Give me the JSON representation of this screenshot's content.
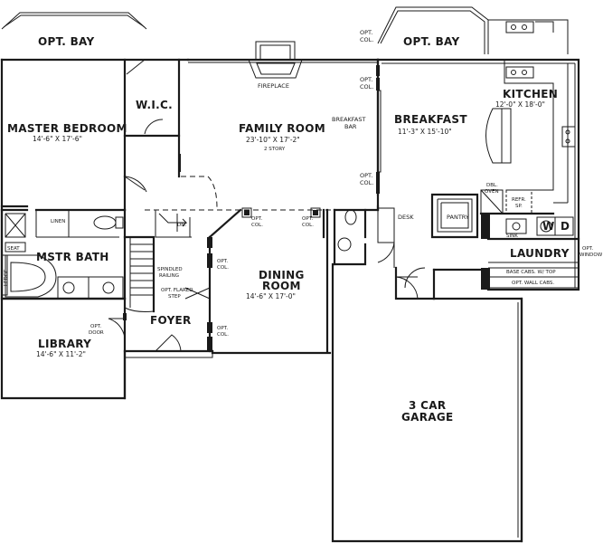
{
  "labels": {
    "opt_bay_left": "OPT. BAY",
    "opt_bay_right": "OPT. BAY",
    "opt_col_top_1": "OPT.",
    "opt_col_top_2": "COL.",
    "opt_col_mid_1": "OPT.",
    "opt_col_mid_2": "COL.",
    "opt_col_low_1": "OPT.",
    "opt_col_low_2": "COL.",
    "fireplace": "FIREPLACE",
    "master_bedroom": "MASTER BEDROOM",
    "master_bedroom_dim": "14'-6\" X 17'-6\"",
    "wic": "W.I.C.",
    "family_room": "FAMILY ROOM",
    "family_room_dim": "23'-10\" X 17'-2\"",
    "family_room_note": "2 STORY",
    "breakfast_bar_1": "BREAKFAST",
    "breakfast_bar_2": "BAR",
    "breakfast": "BREAKFAST",
    "breakfast_dim": "11'-3\" X 15'-10\"",
    "kitchen": "KITCHEN",
    "kitchen_dim": "12'-0\" X 18'-0\"",
    "dbl_oven_1": "DBL.",
    "dbl_oven_2": "OVEN",
    "refr_1": "REFR.",
    "refr_2": "SP.",
    "pantry": "PANTRY",
    "desk": "DESK",
    "sink": "SINK",
    "w": "W",
    "d": "D",
    "laundry": "LAUNDRY",
    "base_cabs": "BASE CABS. W/ TOP",
    "opt_wall_cabs": "OPT. WALL CABS.",
    "opt_window_1": "OPT.",
    "opt_window_2": "WINDOW",
    "linen": "LINEN",
    "dn": "DN.",
    "seat": "SEAT",
    "mstr_bath": "MSTR BATH",
    "ledge": "LEDGE",
    "opt_col_a_1": "OPT.",
    "opt_col_a_2": "COL.",
    "opt_col_b_1": "OPT.",
    "opt_col_b_2": "COL.",
    "opt_col_c_1": "OPT.",
    "opt_col_c_2": "COL.",
    "opt_col_d_1": "OPT.",
    "opt_col_d_2": "COL.",
    "spindled_1": "SPINDLED",
    "spindled_2": "RAILING",
    "flared_1": "OPT. FLARED",
    "flared_2": "STEP",
    "dining_room_1": "DINING",
    "dining_room_2": "ROOM",
    "dining_dim": "14'-6\" X 17'-0\"",
    "opt_door_1": "OPT.",
    "opt_door_2": "DOOR",
    "foyer": "FOYER",
    "library": "LIBRARY",
    "library_dim": "14'-6\" X 11'-2\"",
    "garage_1": "3 CAR",
    "garage_2": "GARAGE"
  }
}
